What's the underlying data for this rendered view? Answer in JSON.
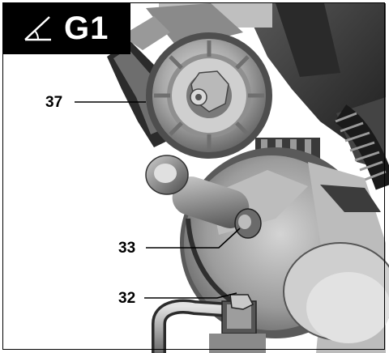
{
  "figure": {
    "code": "G1",
    "angle_icon": "angle-icon"
  },
  "callouts": [
    {
      "label": "37"
    },
    {
      "label": "33"
    },
    {
      "label": "32"
    }
  ],
  "colors": {
    "badge": "#000000",
    "metal_light": "#d8d8d8",
    "metal_mid": "#9a9a9a",
    "metal_dark": "#3a3a3a"
  }
}
